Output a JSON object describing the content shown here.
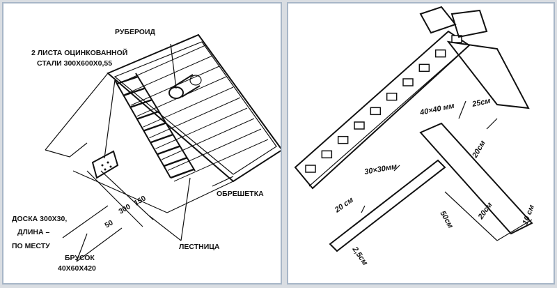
{
  "left": {
    "labels": {
      "ruberoid": "РУБЕРОИД",
      "steel1": "2 ЛИСТА ОЦИНКОВАННОЙ",
      "steel2": "СТАЛИ 300Х600Х0,55",
      "board1": "ДОСКА 300Х30,",
      "board2": "ДЛИНА –",
      "board3": "ПО МЕСТУ",
      "bar1": "БРУСОК",
      "bar2": "40Х60Х420",
      "obreshetka": "ОБРЕШЕТКА",
      "ladder": "ЛЕСТНИЦА",
      "dim50": "50",
      "dim300": "300",
      "dim150": "150"
    }
  },
  "right": {
    "labels": {
      "d40x40": "40×40 мм",
      "d25top": "25см",
      "d20right": "20см",
      "d30x30": "30×30мм",
      "d20left": "20 см",
      "d50": "50см",
      "d20lower": "20см",
      "d10": "10 см",
      "d25bottom": "2,5см"
    }
  }
}
